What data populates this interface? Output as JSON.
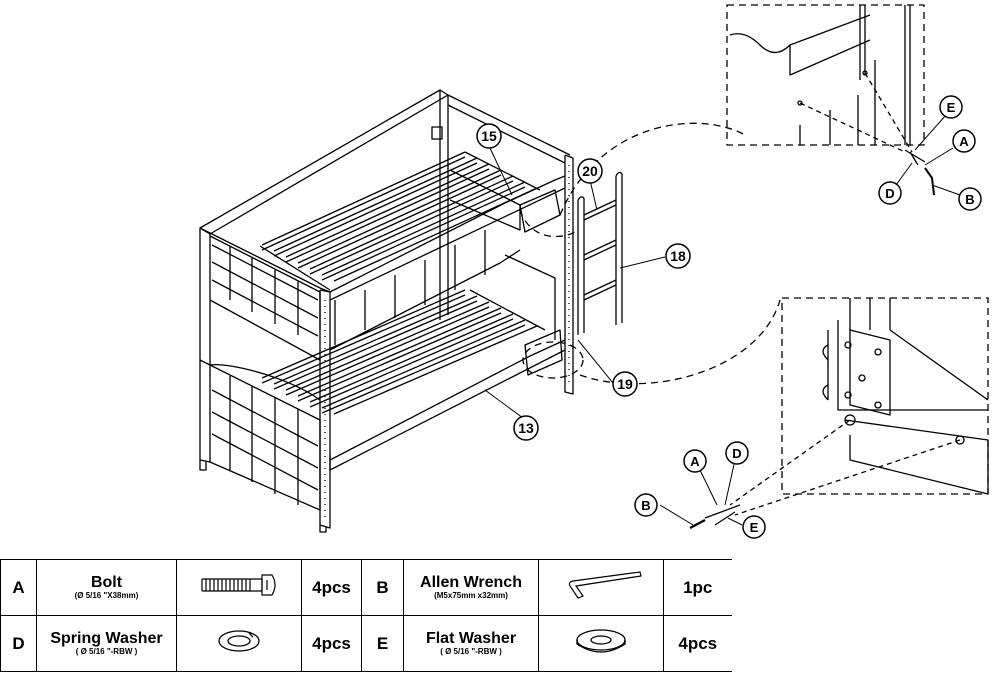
{
  "callouts": {
    "part_13": "13",
    "part_15": "15",
    "part_18": "18",
    "part_19": "19",
    "part_20": "20"
  },
  "detail_top": {
    "A": "A",
    "B": "B",
    "D": "D",
    "E": "E"
  },
  "detail_bottom": {
    "A": "A",
    "B": "B",
    "D": "D",
    "E": "E"
  },
  "parts_table": {
    "rows": [
      {
        "left": {
          "letter": "A",
          "name": "Bolt",
          "spec": "(Ø 5/16 \"X38mm)",
          "icon": "bolt-icon",
          "qty": "4pcs"
        },
        "right": {
          "letter": "B",
          "name": "Allen Wrench",
          "spec": "(M5x75mm x32mm)",
          "icon": "allen-wrench-icon",
          "qty": "1pc"
        }
      },
      {
        "left": {
          "letter": "D",
          "name": "Spring Washer",
          "spec": "( Ø 5/16 \"-RBW )",
          "icon": "spring-washer-icon",
          "qty": "4pcs"
        },
        "right": {
          "letter": "E",
          "name": "Flat Washer",
          "spec": "( Ø 5/16 \"-RBW )",
          "icon": "flat-washer-icon",
          "qty": "4pcs"
        }
      }
    ]
  }
}
